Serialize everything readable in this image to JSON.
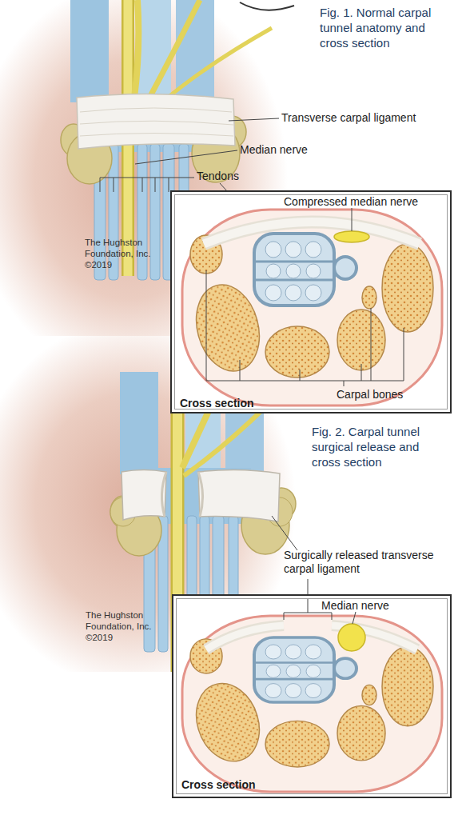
{
  "diagram": {
    "nodes": [
      {
        "text": [
          "Compressed median nerve",
          "Carpal bones",
          "Cross section"
        ]
      },
      {
        "text": [
          "Median nerve",
          "Cross section"
        ]
      }
    ],
    "labels": [
      "Fig. 1. Normal carpal tunnel anatomy and cross section",
      "Transverse carpal ligament",
      "Median nerve",
      "Tendons",
      "The Hughston Foundation, Inc. ©2019",
      "Fig. 2. Carpal tunnel surgical release and cross section",
      "Surgically released transverse carpal ligament",
      "The Hughston Foundation, Inc. ©2019"
    ]
  }
}
